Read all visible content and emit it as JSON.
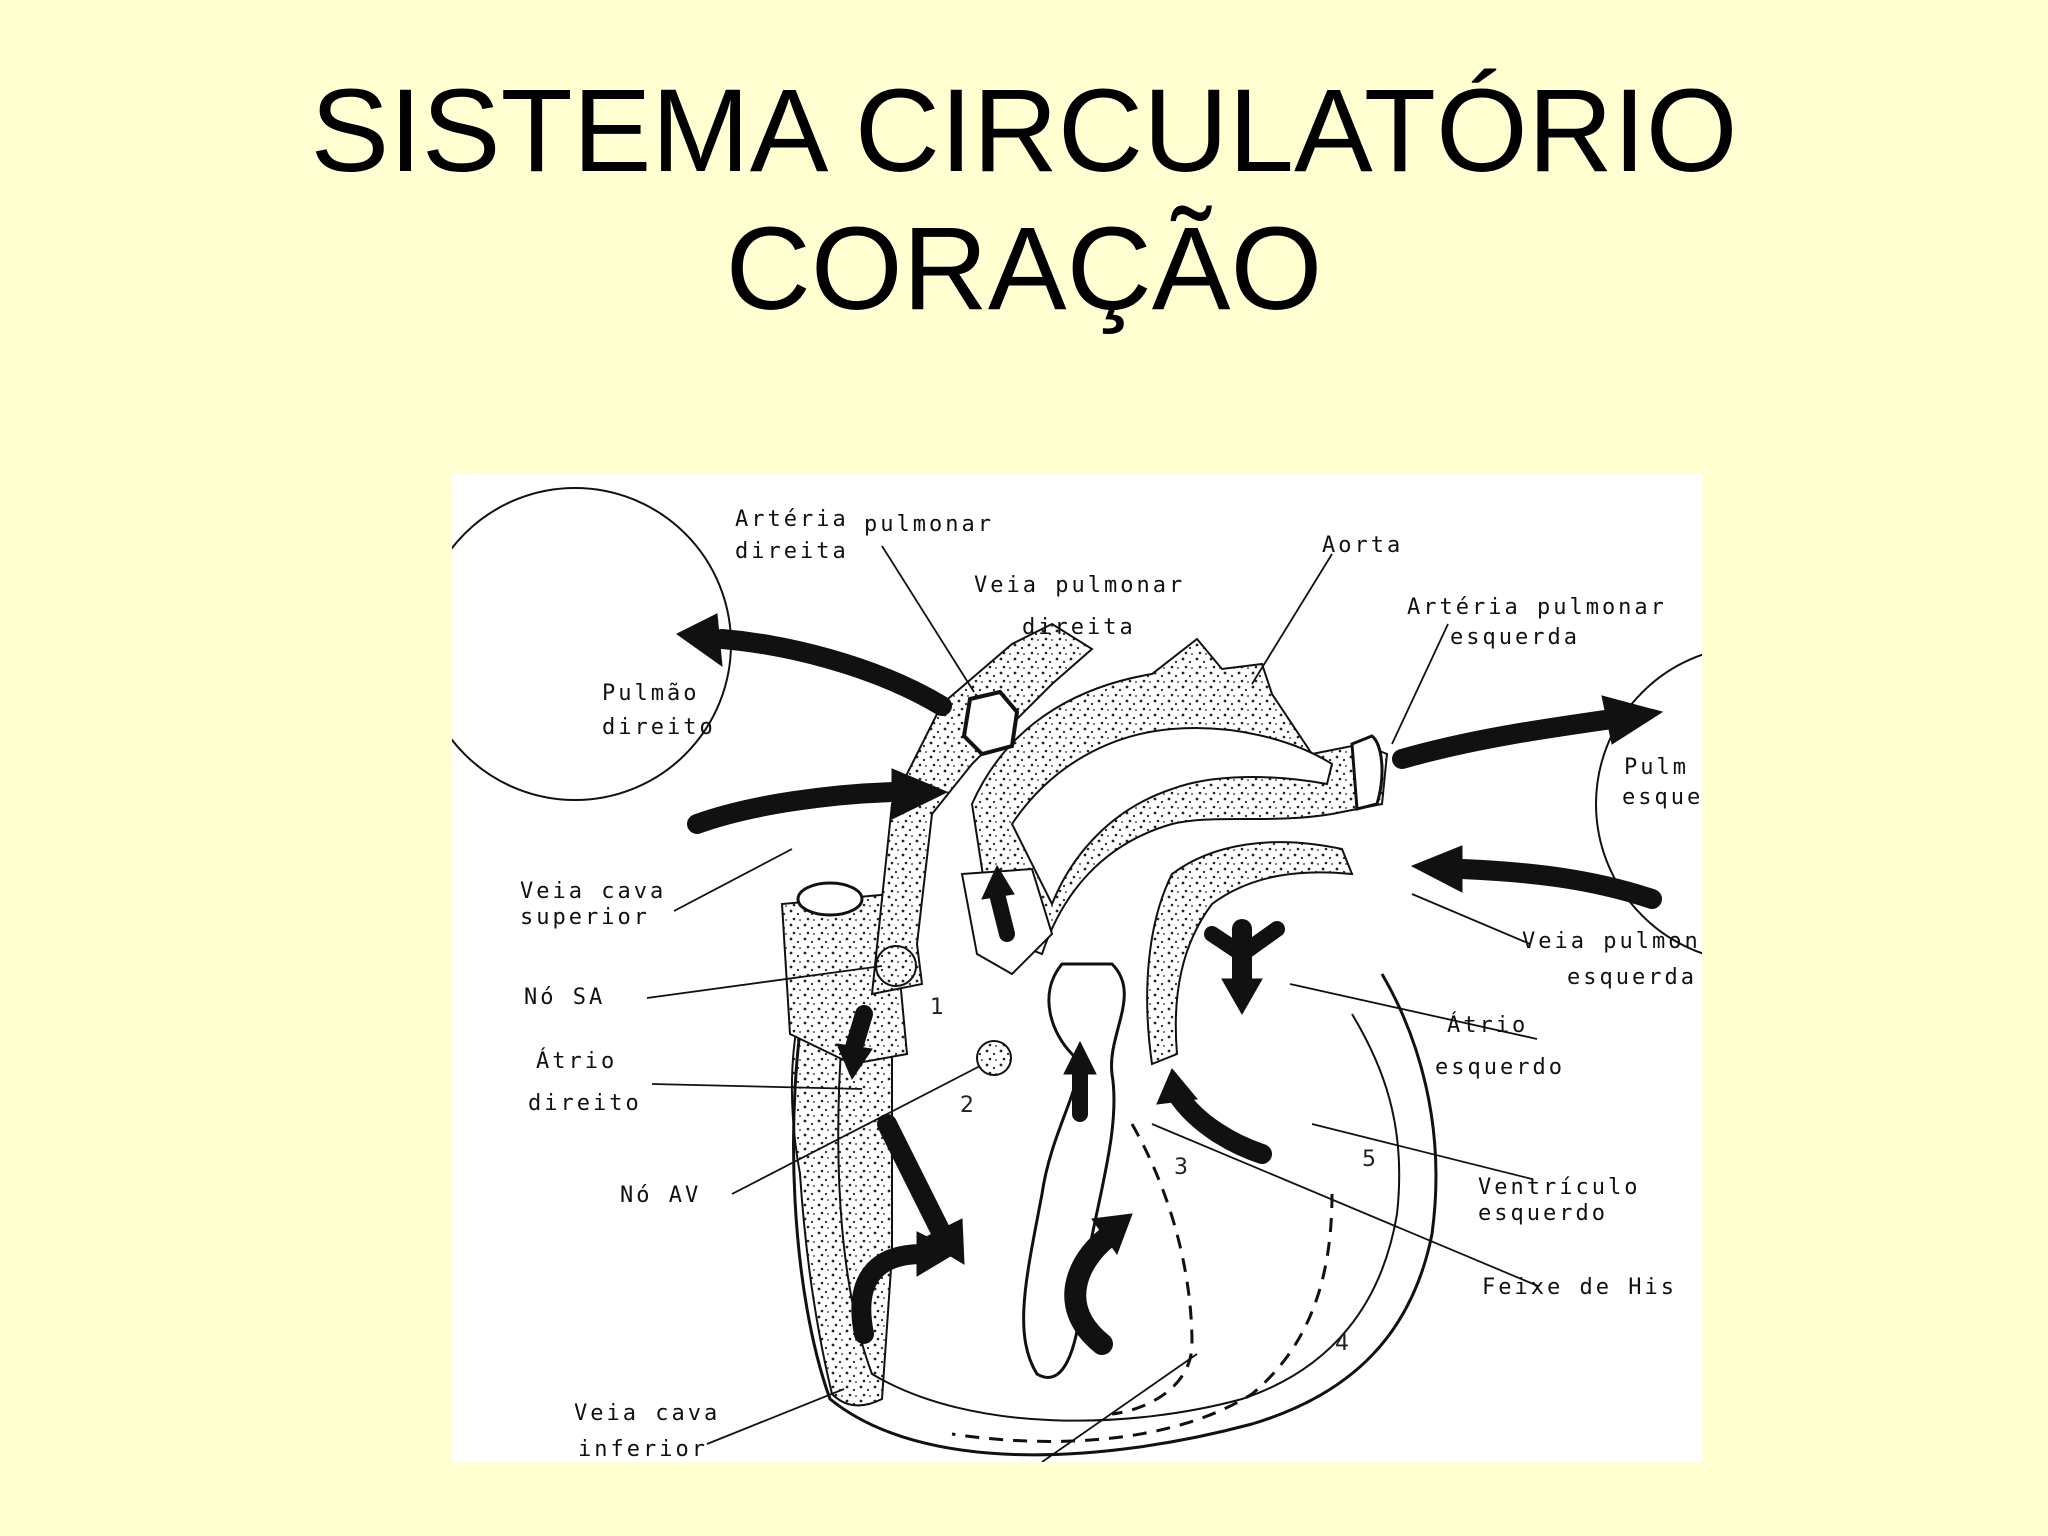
{
  "title": {
    "line1": "SISTEMA CIRCULATÓRIO",
    "line2": "CORAÇÃO"
  },
  "diagram": {
    "labels": {
      "arteria_pulmonar_direita_1": "Artéria",
      "arteria_pulmonar_direita_2": "pulmonar",
      "arteria_pulmonar_direita_3": "direita",
      "veia_pulmonar_direita_1": "Veia pulmonar",
      "veia_pulmonar_direita_2": "direita",
      "aorta": "Aorta",
      "arteria_pulmonar_esquerda_1": "Artéria pulmonar",
      "arteria_pulmonar_esquerda_2": "esquerda",
      "pulmao_direito_1": "Pulmão",
      "pulmao_direito_2": "direito",
      "pulmao_esquerdo_1": "Pulm",
      "pulmao_esquerdo_2": "esquer",
      "veia_cava_superior_1": "Veia cava",
      "veia_cava_superior_2": "superior",
      "no_sa": "Nó SA",
      "atrio_direito_1": "Átrio",
      "atrio_direito_2": "direito",
      "no_av": "Nó AV",
      "veia_cava_inferior_1": "Veia cava",
      "veia_cava_inferior_2": "inferior",
      "veia_pulmonar_esquerda_1": "Veia pulmonar",
      "veia_pulmonar_esquerda_2": "esquerda",
      "atrio_esquerdo_1": "Átrio",
      "atrio_esquerdo_2": "esquerdo",
      "ventriculo_esquerdo_1": "Ventrículo",
      "ventriculo_esquerdo_2": "esquerdo",
      "feixe_de_his": "Feixe de His"
    },
    "numbers": [
      "1",
      "2",
      "3",
      "4",
      "5"
    ]
  }
}
